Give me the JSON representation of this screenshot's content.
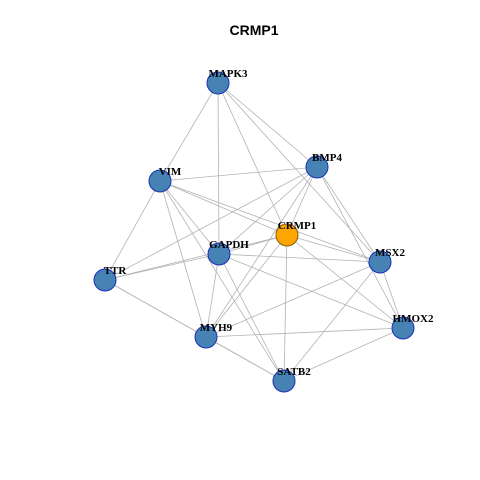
{
  "title": "CRMP1",
  "colors": {
    "edge": "#b3b3b3",
    "node_fill": "#4682b4",
    "node_stroke": "#1a2fb8",
    "hub_fill": "#ffa500",
    "hub_stroke": "#8a5a00"
  },
  "nodes": [
    {
      "id": "MAPK3",
      "label": "MAPK3",
      "hub": false
    },
    {
      "id": "BMP4",
      "label": "BMP4",
      "hub": false
    },
    {
      "id": "VIM",
      "label": "VIM",
      "hub": false
    },
    {
      "id": "CRMP1",
      "label": "CRMP1",
      "hub": true
    },
    {
      "id": "GAPDH",
      "label": "GAPDH",
      "hub": false
    },
    {
      "id": "MSX2",
      "label": "MSX2",
      "hub": false
    },
    {
      "id": "TTR",
      "label": "TTR",
      "hub": false
    },
    {
      "id": "HMOX2",
      "label": "HMOX2",
      "hub": false
    },
    {
      "id": "MYH9",
      "label": "MYH9",
      "hub": false
    },
    {
      "id": "SATB2",
      "label": "SATB2",
      "hub": false
    }
  ],
  "edges": [
    [
      "MAPK3",
      "VIM"
    ],
    [
      "MAPK3",
      "BMP4"
    ],
    [
      "MAPK3",
      "GAPDH"
    ],
    [
      "MAPK3",
      "CRMP1"
    ],
    [
      "MAPK3",
      "MSX2"
    ],
    [
      "BMP4",
      "VIM"
    ],
    [
      "BMP4",
      "CRMP1"
    ],
    [
      "BMP4",
      "GAPDH"
    ],
    [
      "BMP4",
      "TTR"
    ],
    [
      "BMP4",
      "MYH9"
    ],
    [
      "BMP4",
      "MSX2"
    ],
    [
      "BMP4",
      "HMOX2"
    ],
    [
      "VIM",
      "CRMP1"
    ],
    [
      "VIM",
      "GAPDH"
    ],
    [
      "VIM",
      "MSX2"
    ],
    [
      "VIM",
      "TTR"
    ],
    [
      "VIM",
      "MYH9"
    ],
    [
      "VIM",
      "SATB2"
    ],
    [
      "CRMP1",
      "GAPDH"
    ],
    [
      "CRMP1",
      "TTR"
    ],
    [
      "CRMP1",
      "MSX2"
    ],
    [
      "CRMP1",
      "HMOX2"
    ],
    [
      "CRMP1",
      "MYH9"
    ],
    [
      "CRMP1",
      "SATB2"
    ],
    [
      "GAPDH",
      "TTR"
    ],
    [
      "GAPDH",
      "MSX2"
    ],
    [
      "GAPDH",
      "MYH9"
    ],
    [
      "GAPDH",
      "SATB2"
    ],
    [
      "GAPDH",
      "HMOX2"
    ],
    [
      "MSX2",
      "HMOX2"
    ],
    [
      "MSX2",
      "MYH9"
    ],
    [
      "MSX2",
      "SATB2"
    ],
    [
      "TTR",
      "MYH9"
    ],
    [
      "TTR",
      "SATB2"
    ],
    [
      "MYH9",
      "HMOX2"
    ],
    [
      "MYH9",
      "SATB2"
    ],
    [
      "HMOX2",
      "SATB2"
    ]
  ]
}
